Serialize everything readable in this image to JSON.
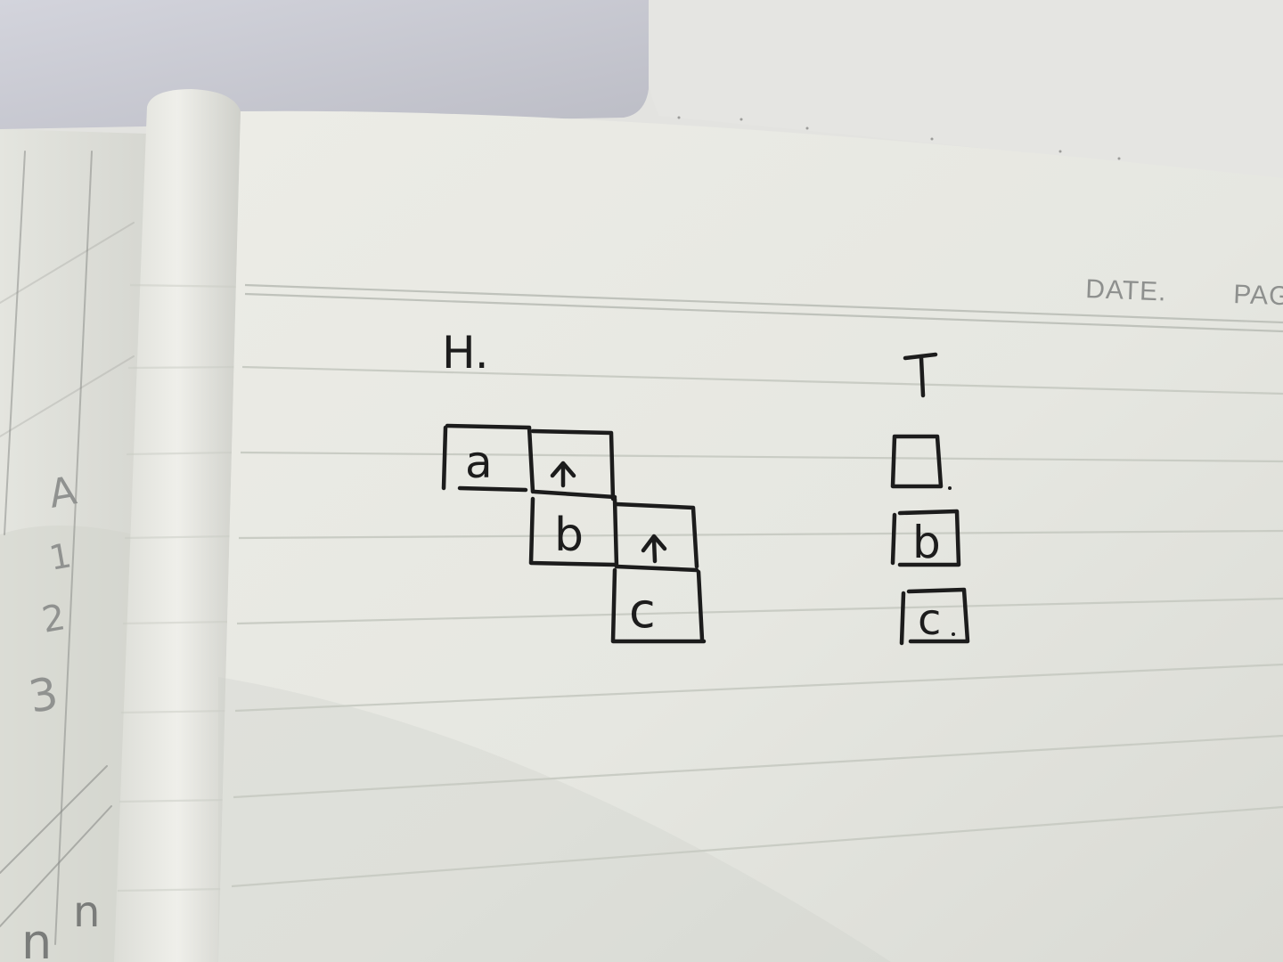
{
  "notebook": {
    "header": {
      "date_label": "DATE.",
      "page_label": "PAG"
    },
    "left_diagram": {
      "title": "H.",
      "box_labels": [
        "a",
        "b",
        "c"
      ]
    },
    "right_diagram": {
      "title": "T",
      "box_labels": [
        "",
        "b",
        "c"
      ]
    },
    "left_margin_notes": [
      "A",
      "1",
      "2",
      "3",
      "n",
      "n"
    ]
  }
}
